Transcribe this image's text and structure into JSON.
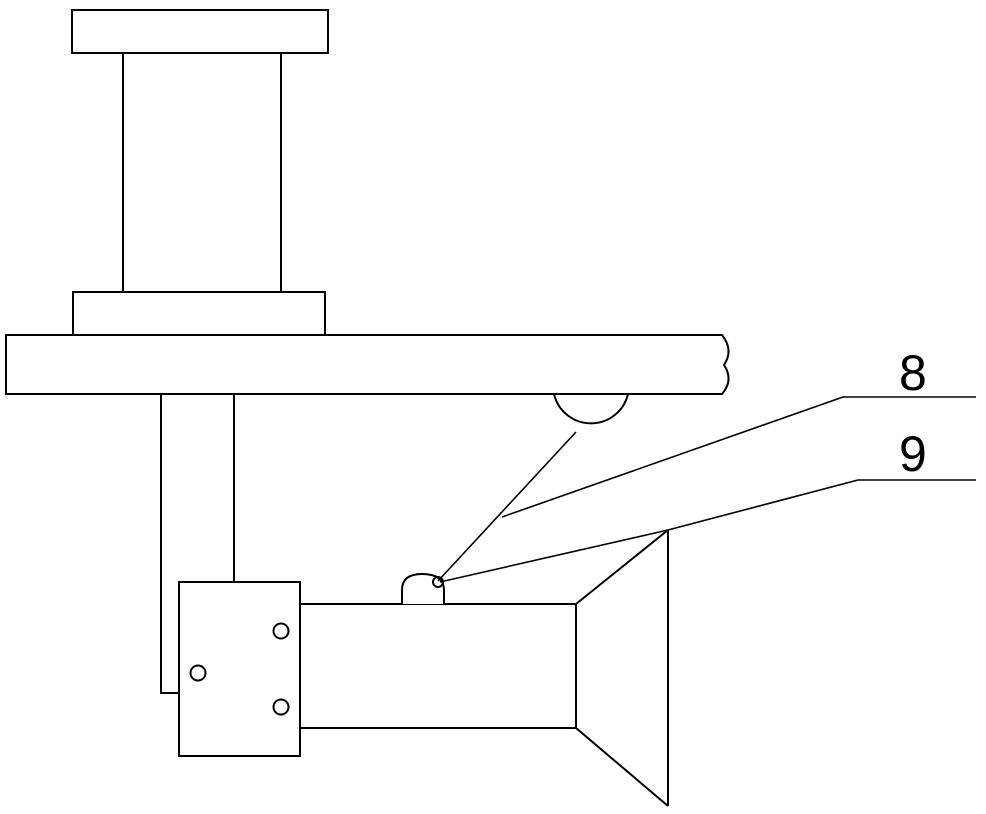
{
  "figure": {
    "labels": [
      {
        "id": "label-8",
        "text": "8"
      },
      {
        "id": "label-9",
        "text": "9"
      }
    ]
  }
}
